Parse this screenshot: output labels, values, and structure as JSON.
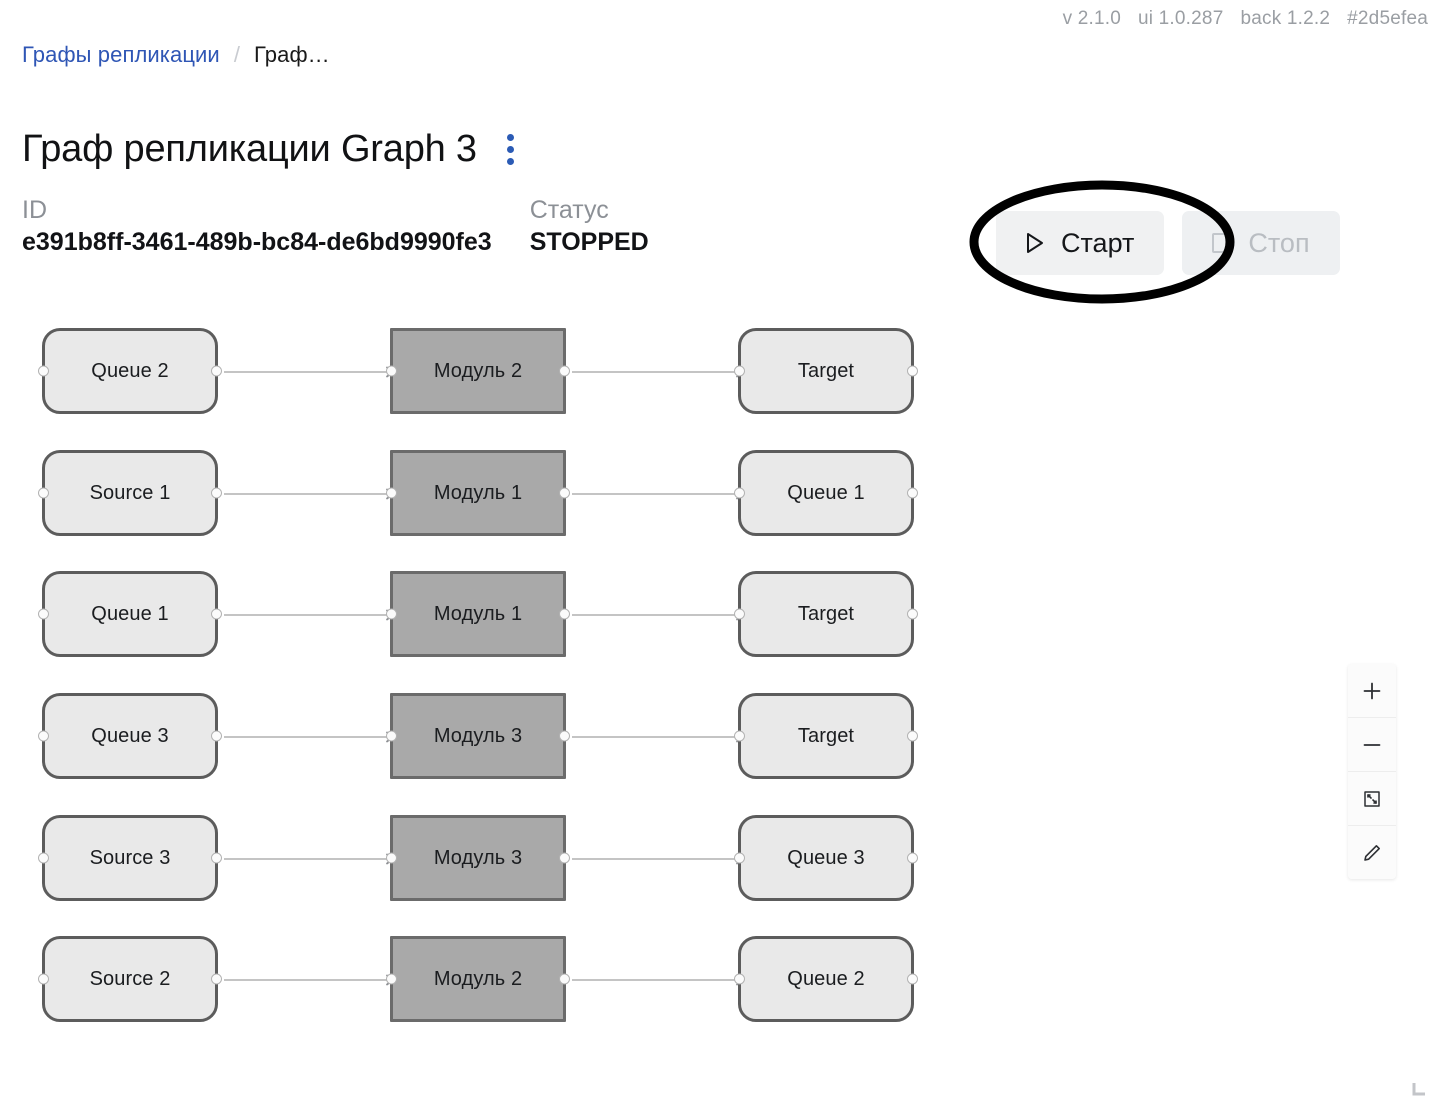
{
  "version_bar": {
    "items": [
      "v 2.1.0",
      "ui 1.0.287",
      "back 1.2.2",
      "#2d5efea"
    ]
  },
  "breadcrumb": {
    "parent": "Графы репликации",
    "separator": "/",
    "current": "Граф…"
  },
  "header": {
    "title": "Граф репликации Graph 3",
    "menu_icon": "kebab-menu-icon"
  },
  "meta": {
    "id_label": "ID",
    "id_value": "e391b8ff-3461-489b-bc84-de6bd9990fe3",
    "status_label": "Статус",
    "status_value": "STOPPED"
  },
  "actions": {
    "start_label": "Старт",
    "start_icon": "play-icon",
    "stop_label": "Стоп",
    "stop_icon": "stop-square-icon",
    "stop_disabled": true,
    "annotation": "ellipse-highlight-around-start-button"
  },
  "canvas_controls": [
    {
      "name": "zoom-in",
      "icon": "plus-icon"
    },
    {
      "name": "zoom-out",
      "icon": "minus-icon"
    },
    {
      "name": "fit-view",
      "icon": "fit-screen-icon"
    },
    {
      "name": "edit",
      "icon": "pencil-icon"
    }
  ],
  "graph": {
    "rows": [
      {
        "source": "Queue 2",
        "module": "Модуль 2",
        "target": "Target"
      },
      {
        "source": "Source 1",
        "module": "Модуль 1",
        "target": "Queue 1"
      },
      {
        "source": "Queue 1",
        "module": "Модуль 1",
        "target": "Target"
      },
      {
        "source": "Queue 3",
        "module": "Модуль 3",
        "target": "Target"
      },
      {
        "source": "Source 3",
        "module": "Модуль 3",
        "target": "Queue 3"
      },
      {
        "source": "Source 2",
        "module": "Модуль 2",
        "target": "Queue 2"
      }
    ]
  },
  "colors": {
    "link_blue": "#2f56b5",
    "menu_blue": "#2b5bb5",
    "node_fill": "#e9e9e9",
    "node_border": "#5c5c5c",
    "module_fill": "#a9a9a9",
    "module_border": "#6b6b6b",
    "edge": "#c4c4c4",
    "muted_text": "#8c9096",
    "button_bg": "#f0f1f2",
    "disabled_text": "#b9bdc2",
    "annotation": "#000000"
  }
}
